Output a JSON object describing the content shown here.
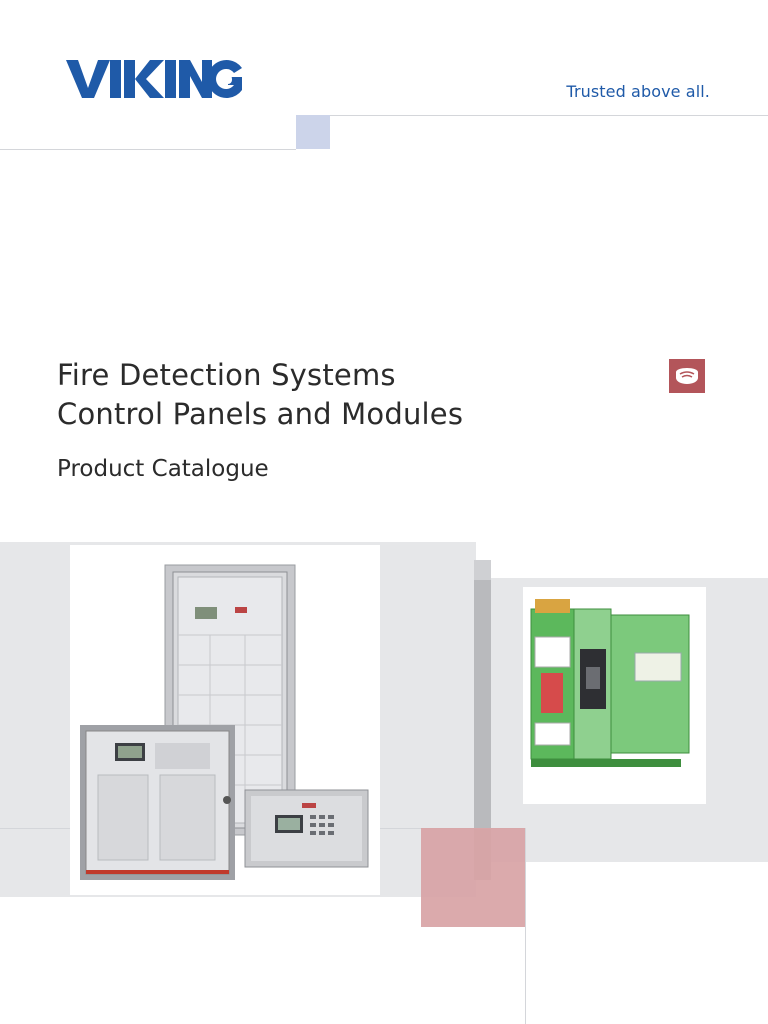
{
  "header": {
    "brand": "VIKING",
    "tagline": "Trusted above all."
  },
  "cover": {
    "title_line1": "Fire Detection Systems",
    "title_line2": "Control Panels and Modules",
    "subtitle": "Product Catalogue"
  },
  "icons": {
    "category": "smoke-detector-icon",
    "logo": "viking-logo-icon"
  },
  "colors": {
    "brand_blue": "#1f5aa8",
    "accent_red": "#b3555a",
    "light_blue_square": "#ccd4ea",
    "panel_gray": "#e6e7e9",
    "rose_square": "#d8a3a5"
  }
}
